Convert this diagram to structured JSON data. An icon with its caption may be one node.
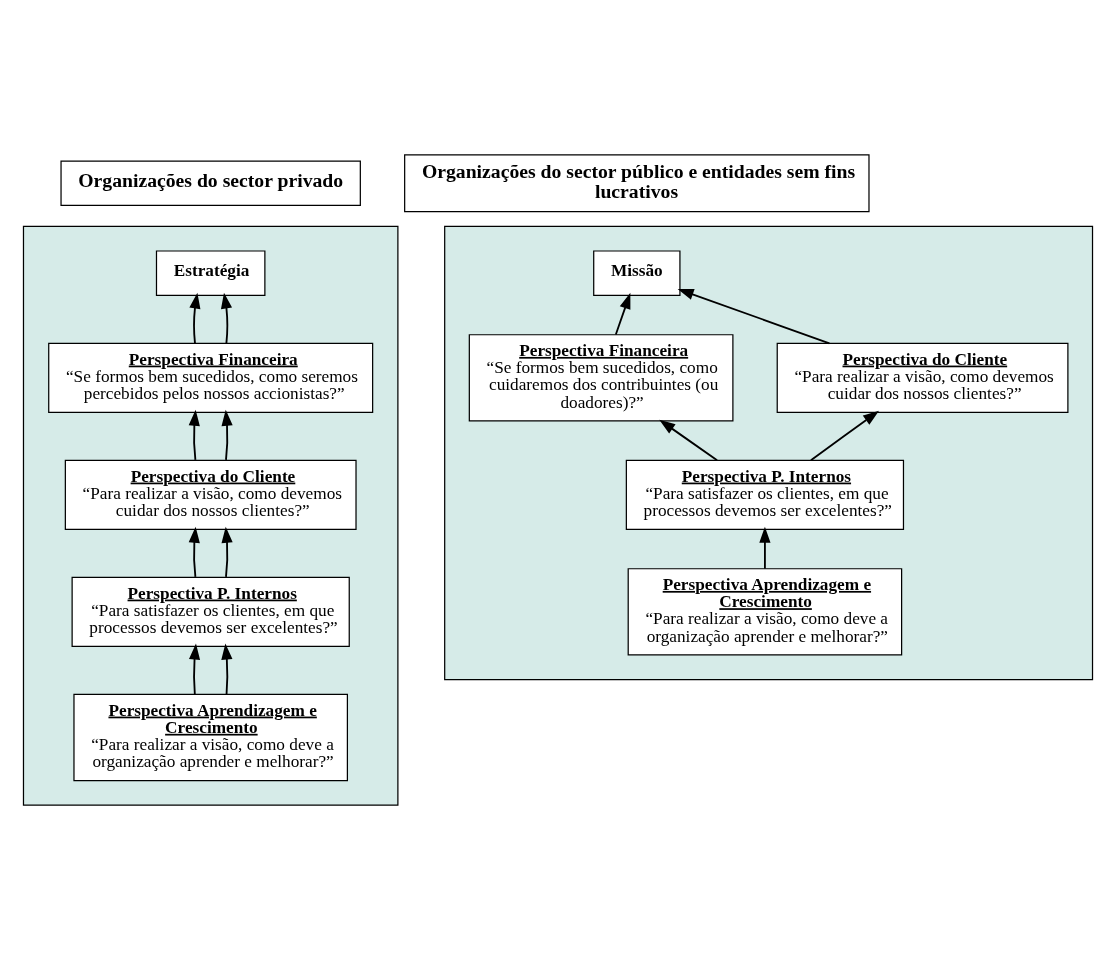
{
  "diagram": {
    "nodes": [
      {
        "text": [
          "Organizações do sector privado"
        ]
      },
      {
        "text": [
          "Organizações do sector público e entidades sem fins lucrativos"
        ]
      },
      {
        "text": [],
        "shape": "box"
      },
      {
        "text": [
          "Estratégia"
        ],
        "in": 2
      },
      {
        "text": [
          "Perspectiva Financeira",
          "“Se formos bem sucedidos, como seremos percebidos pelos nossos accionistas?”"
        ],
        "in": 2
      },
      {
        "text": [
          "Perspectiva do Cliente",
          "“Para realizar a visão, como devemos cuidar dos nossos clientes?”"
        ],
        "in": 2
      },
      {
        "text": [
          "Perspectiva P. Internos",
          "“Para satisfazer os clientes, em que processos devemos ser excelentes?”"
        ],
        "in": 2
      },
      {
        "text": [
          "Perspectiva Aprendizagem e Crescimento",
          "“Para realizar a visão, como deve a organização aprender e melhorar?”"
        ],
        "in": 2
      },
      {
        "text": [],
        "shape": "box"
      },
      {
        "text": [
          "Missão"
        ],
        "in": 8
      },
      {
        "text": [
          "Perspectiva Financeira",
          "“Se formos bem sucedidos, como cuidaremos dos contribuintes (ou doadores)?”"
        ],
        "in": 8
      },
      {
        "text": [
          "Perspectiva do Cliente",
          "“Para realizar a visão, como devemos cuidar dos nossos clientes?”"
        ],
        "in": 8
      },
      {
        "text": [
          "Perspectiva P. Internos",
          "“Para satisfazer os clientes, em que processos devemos ser excelentes?”"
        ],
        "in": 8
      },
      {
        "text": [
          "Perspectiva Aprendizagem e Crescimento",
          "“Para realizar a visão, como deve a organização aprender e melhorar?”"
        ],
        "in": 8
      }
    ],
    "edges": [
      {
        "from": 4,
        "to": 3,
        "arrow": "to"
      },
      {
        "from": 4,
        "to": 3,
        "arrow": "to"
      },
      {
        "from": 5,
        "to": 4,
        "arrow": "to"
      },
      {
        "from": 5,
        "to": 4,
        "arrow": "to"
      },
      {
        "from": 6,
        "to": 5,
        "arrow": "to"
      },
      {
        "from": 6,
        "to": 5,
        "arrow": "to"
      },
      {
        "from": 7,
        "to": 6,
        "arrow": "to"
      },
      {
        "from": 7,
        "to": 6,
        "arrow": "to"
      },
      {
        "from": 10,
        "to": 9,
        "arrow": "to"
      },
      {
        "from": 11,
        "to": 9,
        "arrow": "to"
      },
      {
        "from": 12,
        "to": 10,
        "arrow": "to"
      },
      {
        "from": 12,
        "to": 11,
        "arrow": "to"
      },
      {
        "from": 13,
        "to": 12,
        "arrow": "to"
      }
    ]
  }
}
